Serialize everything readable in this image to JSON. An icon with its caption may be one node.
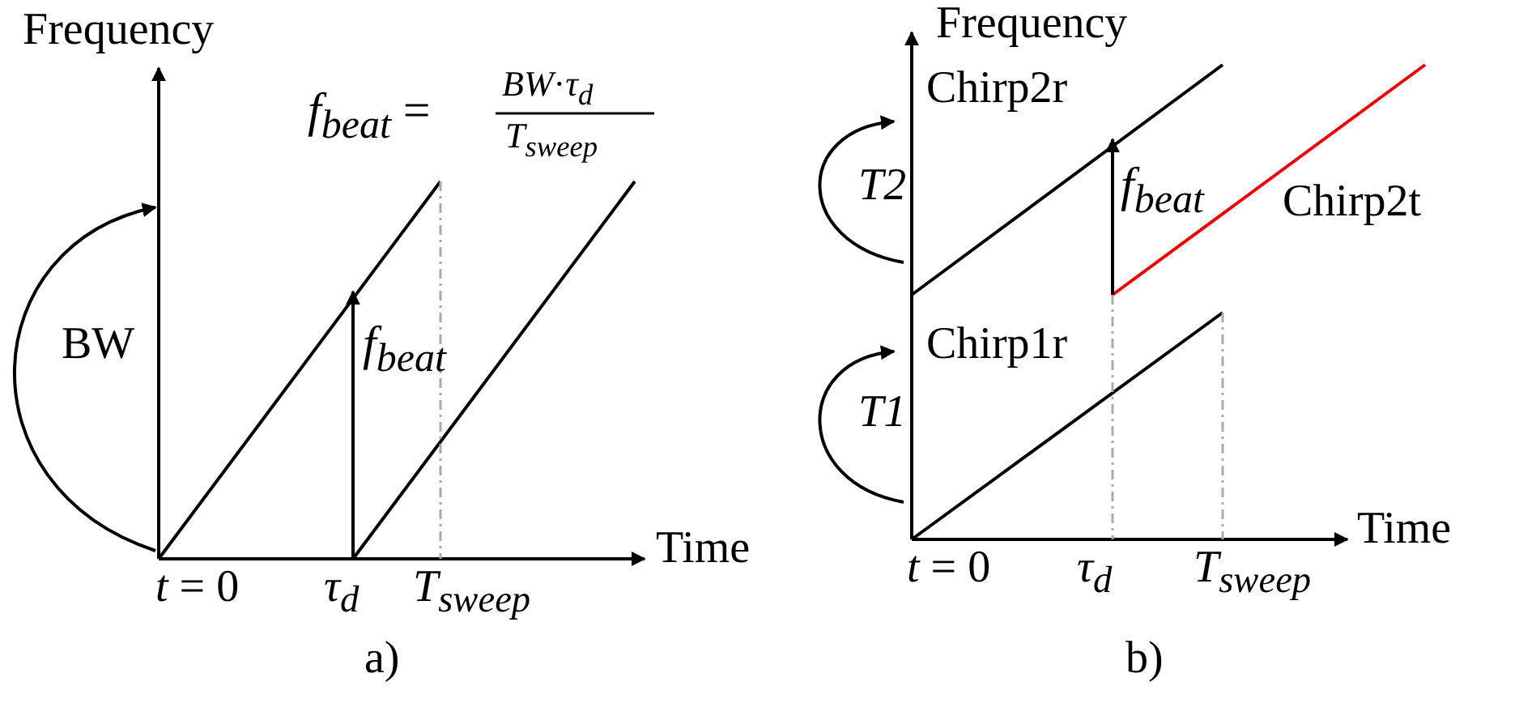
{
  "diagram": {
    "labels": [
      "Frequency",
      "*f*$_{beat}$ =",
      "*BW*·*τ*$_{d}$",
      "*T*$_{sweep}$",
      "BW",
      "*f*$_{beat}$",
      "Time",
      "*t* = 0",
      "*τ*$_{d}$",
      "*T*$_{sweep}$",
      "a)",
      "Frequency",
      "Chirp2r",
      "T2",
      "*f*$_{beat}$",
      "Chirp2t",
      "Chirp1r",
      "T1",
      "Time",
      "*t* = 0",
      "*τ*$_{d}$",
      "*T*$_{sweep}$",
      "b)"
    ]
  }
}
